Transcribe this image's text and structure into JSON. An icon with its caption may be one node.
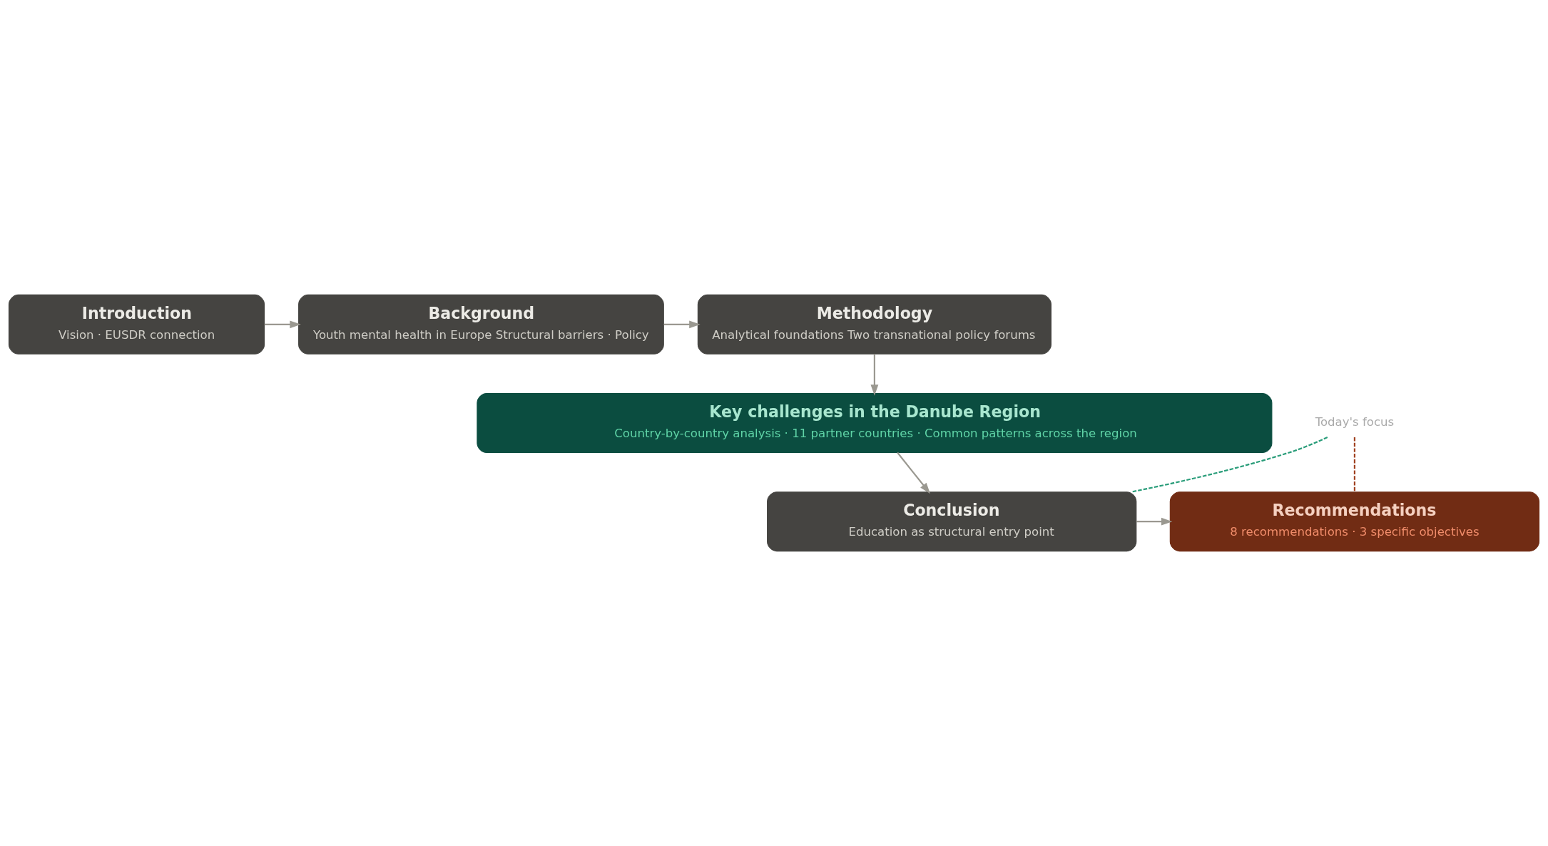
{
  "diagram": {
    "nodes": [
      {
        "text": [
          "Introduction",
          "Vision · EUSDR connection"
        ]
      },
      {
        "text": [
          "Background",
          "Youth mental health in Europe Structural barriers · Policy"
        ]
      },
      {
        "text": [
          "Methodology",
          "Analytical foundations Two transnational policy forums"
        ]
      },
      {
        "text": [
          "Key challenges in the Danube Region",
          "Country-by-country analysis · 11 partner countries · Common patterns across the region"
        ]
      },
      {
        "text": [
          "Conclusion",
          "Education as structural entry point"
        ]
      },
      {
        "text": [
          "Recommendations",
          "8 recommendations · 3 specific objectives"
        ]
      },
      {
        "text": [
          "Today's focus"
        ]
      }
    ],
    "edges": [
      {
        "from": 0,
        "to": 1,
        "arrow": "to"
      },
      {
        "from": 1,
        "to": 2,
        "arrow": "to"
      },
      {
        "from": 2,
        "to": 3,
        "arrow": "to"
      },
      {
        "from": 3,
        "to": 4,
        "arrow": "to"
      },
      {
        "from": 4,
        "to": 5,
        "arrow": "to"
      },
      {
        "from": 6,
        "to": 4,
        "arrow": "none",
        "style": "dashed",
        "color": "#2a9d7a"
      },
      {
        "from": 6,
        "to": 5,
        "arrow": "none",
        "style": "dashed",
        "color": "#a0401f"
      }
    ]
  }
}
